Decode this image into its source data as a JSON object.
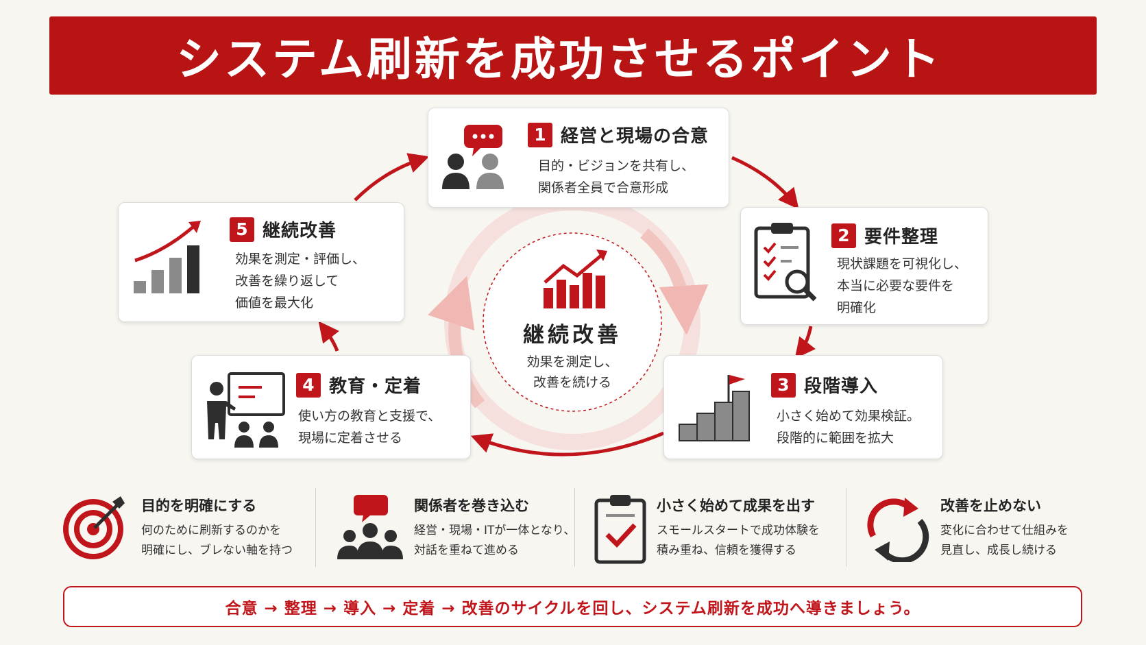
{
  "title": "システム刷新を成功させるポイント",
  "steps": [
    {
      "number": "1",
      "title": "経営と現場の合意",
      "lines": [
        "目的・ビジョンを共有し、",
        "関係者全員で合意形成"
      ]
    },
    {
      "number": "2",
      "title": "要件整理",
      "lines": [
        "現状課題を可視化し、",
        "本当に必要な要件を",
        "明確化"
      ]
    },
    {
      "number": "3",
      "title": "段階導入",
      "lines": [
        "小さく始めて効果検証。",
        "段階的に範囲を拡大"
      ]
    },
    {
      "number": "4",
      "title": "教育・定着",
      "lines": [
        "使い方の教育と支援で、",
        "現場に定着させる"
      ]
    },
    {
      "number": "5",
      "title": "継続改善",
      "lines": [
        "効果を測定・評価し、",
        "改善を繰り返して",
        "価値を最大化"
      ]
    }
  ],
  "center": {
    "title": "継続改善",
    "lines": [
      "効果を測定し、",
      "改善を続ける"
    ]
  },
  "points": [
    {
      "title": "目的を明確にする",
      "lines": [
        "何のために刷新するのかを",
        "明確にし、ブレない軸を持つ"
      ]
    },
    {
      "title": "関係者を巻き込む",
      "lines": [
        "経営・現場・ITが一体となり、",
        "対話を重ねて進める"
      ]
    },
    {
      "title": "小さく始めて成果を出す",
      "lines": [
        "スモールスタートで成功体験を",
        "積み重ね、信頼を獲得する"
      ]
    },
    {
      "title": "改善を止めない",
      "lines": [
        "変化に合わせて仕組みを",
        "見直し、成長し続ける"
      ]
    }
  ],
  "footer": "合意 → 整理 → 導入 → 定着 → 改善のサイクルを回し、システム刷新を成功へ導きましょう。",
  "colors": {
    "accent": "#c0161b",
    "banner": "#b91414",
    "icon_dark": "#2e2e2e",
    "icon_gray": "#8a8a8a"
  },
  "icons": [
    "chat-bubble-icon",
    "people-icon",
    "clipboard-search-icon",
    "stairs-flag-icon",
    "teacher-board-icon",
    "growth-bars-icon",
    "target-icon",
    "team-chat-icon",
    "clipboard-check-icon",
    "cycle-arrows-icon"
  ]
}
